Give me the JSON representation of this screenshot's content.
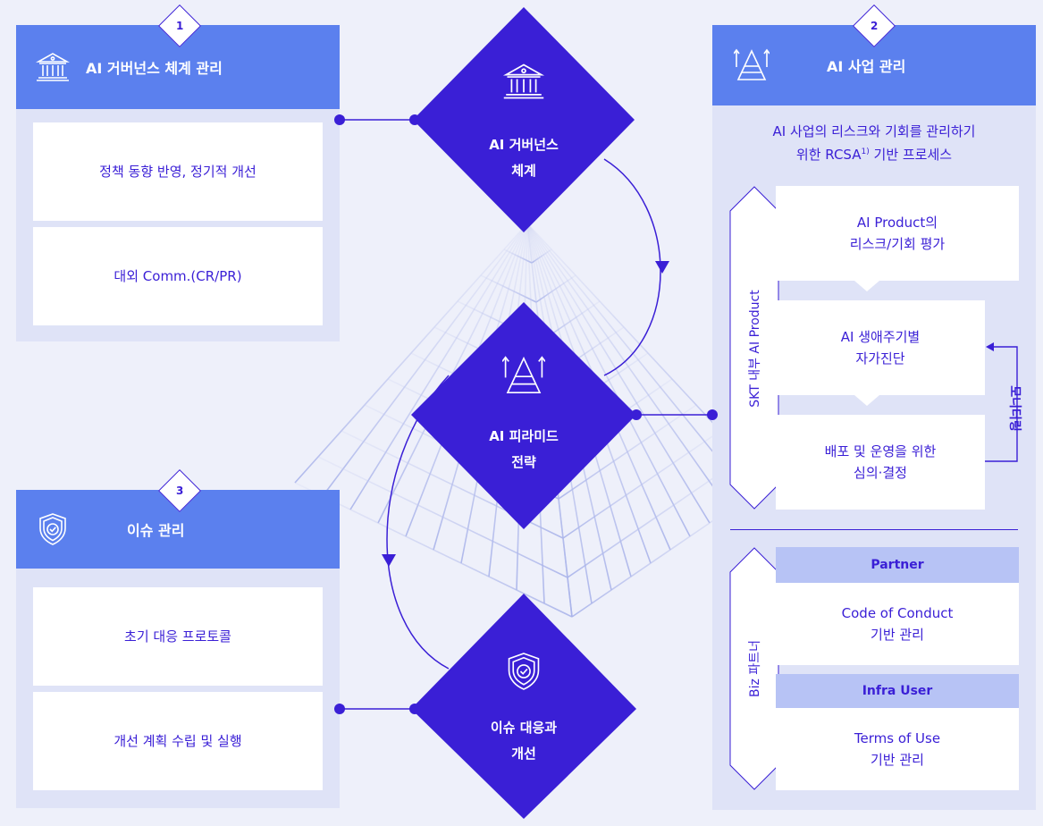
{
  "panel1": {
    "badge": "1",
    "title": "AI 거버넌스 체계 관리",
    "items": [
      "정책 동향 반영, 정기적 개선",
      "대외 Comm.(CR/PR)"
    ]
  },
  "panel2": {
    "badge": "2",
    "title": "AI 사업 관리",
    "subtitle_line1": "AI 사업의 리스크와 기회를 관리하기",
    "subtitle_line2_pre": "위한 RCSA",
    "subtitle_sup": "1)",
    "subtitle_line2_post": " 기반 프로세스",
    "process_label": "SKT 내부 AI Product",
    "steps": [
      {
        "l1": "AI Product의",
        "l2": "리스크/기회 평가"
      },
      {
        "l1": "AI 생애주기별",
        "l2": "자가진단"
      },
      {
        "l1": "배포 및 운영을 위한",
        "l2": "심의·결정"
      }
    ],
    "monitoring_label": "모니터링",
    "partner_label": "Biz 파트너",
    "partner": {
      "header": "Partner",
      "l1": "Code of Conduct",
      "l2": "기반 관리"
    },
    "infra": {
      "header": "Infra User",
      "l1": "Terms of Use",
      "l2": "기반 관리"
    }
  },
  "panel3": {
    "badge": "3",
    "title": "이슈 관리",
    "items": [
      "초기 대응 프로토콜",
      "개선 계획 수립 및 실행"
    ]
  },
  "center": {
    "top": {
      "l1": "AI 거버넌스",
      "l2": "체계"
    },
    "mid": {
      "l1": "AI 피라미드",
      "l2": "전략"
    },
    "bottom": {
      "l1": "이슈 대응과",
      "l2": "개선"
    }
  },
  "colors": {
    "primary": "#3a1fd6",
    "header_blue": "#5b80ee",
    "panel_bg": "#dfe3f7",
    "lavender": "#b7c3f5"
  },
  "icons": [
    "bank-icon",
    "pyramid-arrows-icon",
    "shield-check-icon"
  ]
}
